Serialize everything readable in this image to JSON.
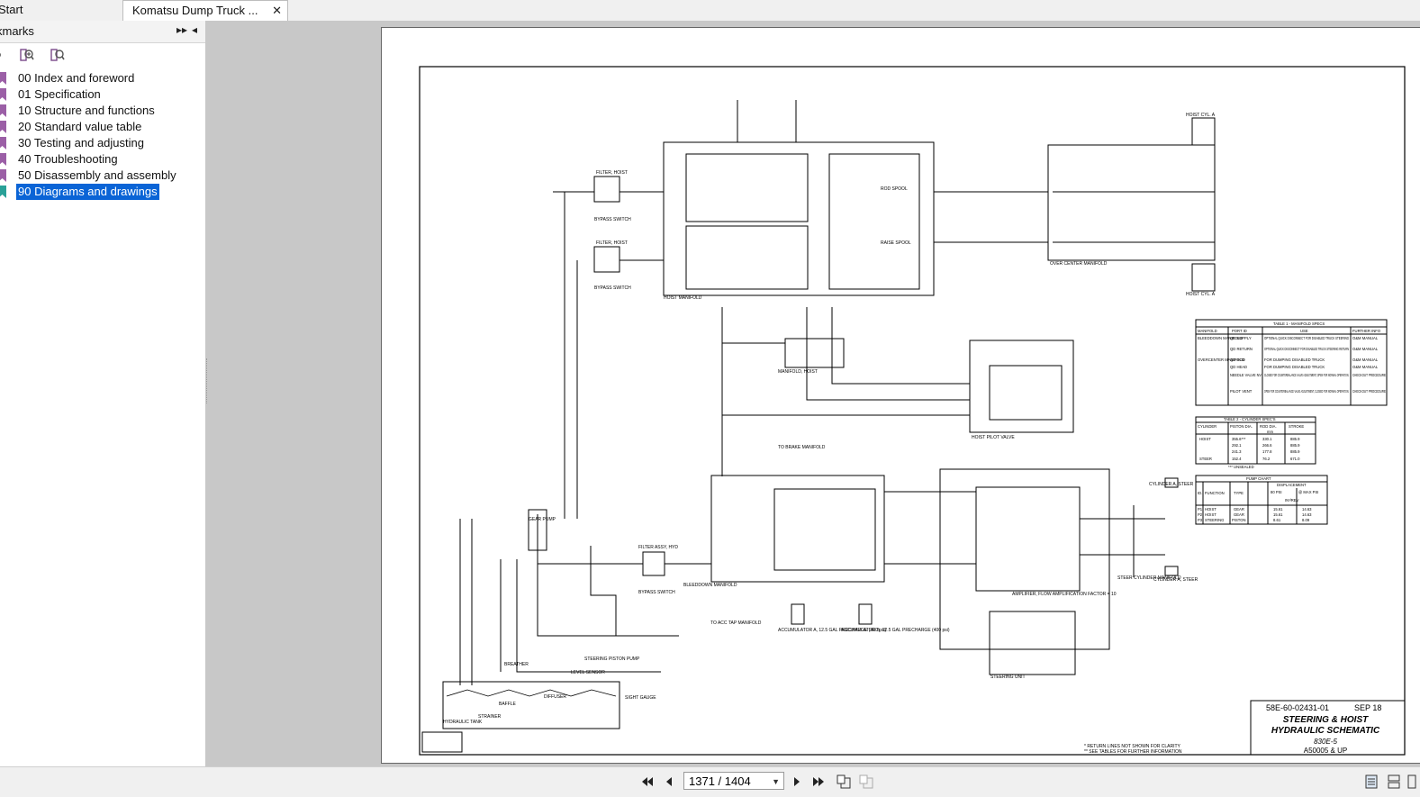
{
  "tabs": [
    {
      "label": "Start"
    },
    {
      "label": "Komatsu Dump Truck ...",
      "close": "✕"
    }
  ],
  "bookmarks": {
    "title": "kmarks",
    "expand_glyph": "▸▸",
    "collapse_glyph": "◂",
    "items": [
      {
        "label": "00 Index and foreword"
      },
      {
        "label": "01 Specification"
      },
      {
        "label": "10 Structure and functions"
      },
      {
        "label": "20 Standard value table"
      },
      {
        "label": "30 Testing and adjusting"
      },
      {
        "label": "40 Troubleshooting"
      },
      {
        "label": "50 Disassembly and assembly"
      },
      {
        "label": "90 Diagrams and drawings"
      }
    ]
  },
  "colors": {
    "bookmark_icon": "#9b5fa6",
    "bookmark_icon_selected": "#2aa198",
    "selection": "#0a64d6",
    "viewer_bg": "#c8c8c8"
  },
  "schematic": {
    "labels": {
      "hoist_manifold": "HOIST MANIFOLD",
      "manifold_hoist": "MANIFOLD, HOIST",
      "hoist_pilot_valve": "HOIST PILOT VALVE",
      "over_center_manifold": "OVER CENTER MANIFOLD",
      "bleeddown_manifold": "BLEEDDOWN MANIFOLD",
      "steering_unit": "STEERING UNIT",
      "hydraulic_tank": "HYDRAULIC TANK",
      "filter_hoist_1": "FILTER, HOIST",
      "filter_hoist_2": "FILTER, HOIST",
      "bypass_switch_1": "BYPASS SWITCH",
      "bypass_switch_2": "BYPASS SWITCH",
      "filter_assy": "FILTER ASSY, HYD",
      "bypass_switch_3": "BYPASS SWITCH",
      "gear_pump": "GEAR PUMP",
      "steering_piston_pump": "STEERING PISTON PUMP",
      "to_brake_manifold": "TO BRAKE MANIFOLD",
      "to_acc_tap_manifold": "TO ACC TAP MANIFOLD",
      "hoist_cyl_a_top": "HOIST CYL. A",
      "hoist_cyl_a_bottom": "HOIST CYL. A",
      "cylinder_a_steer_top": "CYLINDER A, STEER",
      "cylinder_a_steer_bottom": "CYLINDER A, STEER",
      "steer_cylinder_manifold": "STEER CYLINDER MANIFOLD",
      "amplifier": "AMPLIFIER, FLOW AMPLIFICATION FACTOR = 10",
      "raise_spool": "RAISE SPOOL",
      "rod_spool": "ROD SPOOL",
      "level_sensor": "LEVEL SENSOR",
      "sight_gauge": "SIGHT GAUGE",
      "baffle": "BAFFLE",
      "diffuser": "DIFFUSER",
      "breather": "BREATHER",
      "strainer": "STRAINER",
      "accumulator_1": "ACCUMULATOR A, 12.5 GAL PRECHARGE (400 psi)",
      "accumulator_2": "ACCUMULATOR B, 12.5 GAL PRECHARGE (400 psi)"
    },
    "table1": {
      "title": "TABLE 1 - MANIFOLD SPECS",
      "headers": [
        "MANIFOLD",
        "PORT ID",
        "USE",
        "FURTHER INFO"
      ],
      "rows": [
        [
          "BLEEDDOWN MANIFOLD",
          "QD SUPPLY",
          "OPTIONAL QUICK DISCONNECT FOR DISABLED TRUCK STEERING",
          "O&M MANUAL"
        ],
        [
          "",
          "QD RETURN",
          "OPTIONAL QUICK DISCONNECT FOR DISABLED TRUCK STEERING RETURN",
          "O&M MANUAL"
        ],
        [
          "OVERCENTER MANIFOLD",
          "QD ROD",
          "FOR DUMPING DISABLED TRUCK",
          "O&M MANUAL"
        ],
        [
          "",
          "QD HEAD",
          "FOR DUMPING DISABLED TRUCK",
          "O&M MANUAL"
        ],
        [
          "",
          "NEEDLE VALVE NV",
          "CLOSED FOR COUNTERBALANCE VALVE ADJUSTMENT, OPEN FOR NORMAL OPERATION.",
          "CHECKOUT PROCEDURE"
        ],
        [
          "",
          "PILOT VENT",
          "OPEN FOR COUNTERBALANCE VALVE ADJUSTMENT, CLOSED FOR NORMAL OPERATION.",
          "CHECKOUT PROCEDURE"
        ]
      ]
    },
    "table2": {
      "title": "TABLE 2 - CYLINDER SPEC'S",
      "headers": [
        "CYLINDER",
        "PISTON DIA.",
        "ROD DIA.",
        "STROKE"
      ],
      "unit": "mm",
      "rows": [
        [
          "HOIST",
          "355.6***",
          "330.1",
          "885.9"
        ],
        [
          "",
          "292.1",
          "266.6",
          "885.9"
        ],
        [
          "",
          "241.3",
          "177.8",
          "885.9"
        ],
        [
          "STEER",
          "152.4",
          "76.2",
          "671.0"
        ]
      ],
      "note": "*** UNSEALED"
    },
    "table3": {
      "title": "PUMP CHART",
      "headers": [
        "ID.",
        "FUNCTION",
        "TYPE",
        "DISPLACEMENT"
      ],
      "subheaders": [
        "80 PSI",
        "@ MAX PSI"
      ],
      "unit": "IN³/REV",
      "rows": [
        [
          "P1",
          "HOIST",
          "GEAR",
          "15.61",
          "14.63"
        ],
        [
          "P2",
          "HOIST",
          "GEAR",
          "15.61",
          "14.63"
        ],
        [
          "P3",
          "STEERING",
          "PISTON",
          "8.61",
          "8.09"
        ]
      ]
    },
    "title_block": {
      "doc_no": "58E-60-02431-01",
      "date": "SEP 18",
      "title1": "STEERING & HOIST",
      "title2": "HYDRAULIC SCHEMATIC",
      "model": "830E-5",
      "serial": "A50005 & UP"
    },
    "notes": [
      "* RETURN LINES NOT SHOWN FOR CLARITY",
      "** SEE TABLES FOR FURTHER INFORMATION"
    ]
  },
  "pager": {
    "current": "1371 / 1404",
    "dropdown_glyph": "▼"
  }
}
